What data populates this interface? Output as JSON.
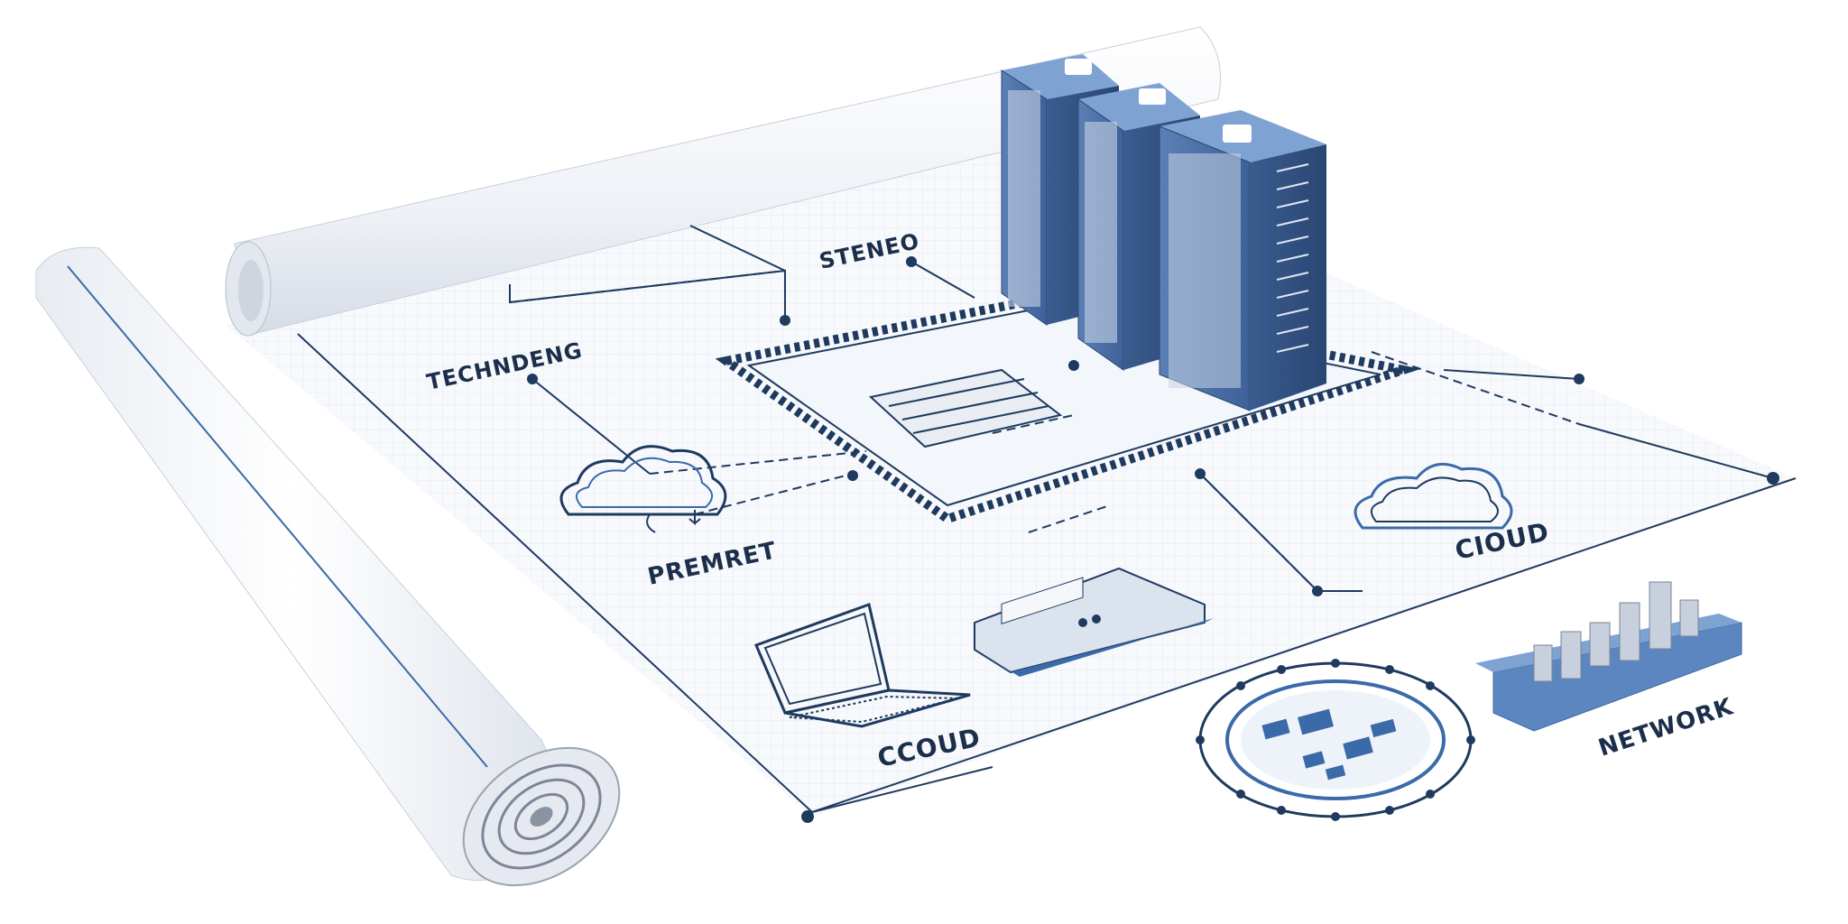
{
  "labels": {
    "technology": "TECHNDENG",
    "stereo": "STENEO",
    "premret": "PREMRET",
    "cloud_left_bottom": "CCOUD",
    "cloud_right": "CIOUD",
    "network": "NETWORK"
  },
  "colors": {
    "line": "#1f3a5f",
    "accent": "#3b6aa8",
    "server": "#4a6fa5",
    "server_dark": "#2f4f7f",
    "paper": "#f7f9fc",
    "grid": "#dde3ec"
  },
  "icons": [
    "server-rack-icon",
    "cloud-icon",
    "laptop-icon",
    "network-switch-icon",
    "globe-network-icon",
    "router-icon",
    "blueprint-roll-icon"
  ]
}
